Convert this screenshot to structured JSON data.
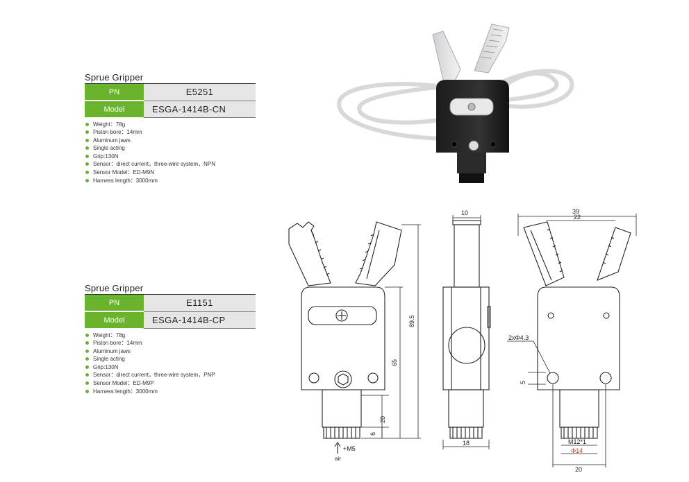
{
  "products": [
    {
      "title": "Sprue Gripper",
      "pn_label": "PN",
      "pn_value": "E5251",
      "model_label": "Model",
      "model_value": "ESGA-1414B-CN",
      "features": [
        "Weight：78g",
        "Piston bore：14mm",
        "Aluminum jaws",
        "Single acting",
        "Grip:130N",
        "Sensor：direct current，three-wire system，NPN",
        "Sensor Model：ED-M9N",
        "Harness length：3000mm"
      ]
    },
    {
      "title": "Sprue Gripper",
      "pn_label": "PN",
      "pn_value": "E1151",
      "model_label": "Model",
      "model_value": "ESGA-1414B-CP",
      "features": [
        "Weight：78g",
        "Piston bore：14mm",
        "Aluminum jaws",
        "Single acting",
        "Grip:130N",
        "Sensor：direct current，three-wire system，PNP",
        "Sensor Model：ED-M9P",
        "Harness length：3000mm"
      ]
    }
  ],
  "drawing": {
    "dim_89_5": "89.5",
    "dim_65": "65",
    "dim_20_front": "20",
    "dim_6": "6",
    "port_label": "M5",
    "air_label": "air",
    "dim_10": "10",
    "dim_18": "18",
    "dim_39": "39",
    "dim_22": "22",
    "hole_label": "2xΦ4.3",
    "dim_5": "5",
    "thread_label": "M12*1",
    "dia_label": "Φ14",
    "dim_20_rear": "20"
  },
  "colors": {
    "accent_green": "#6ab42d",
    "dimension_red": "#e03a1e"
  }
}
